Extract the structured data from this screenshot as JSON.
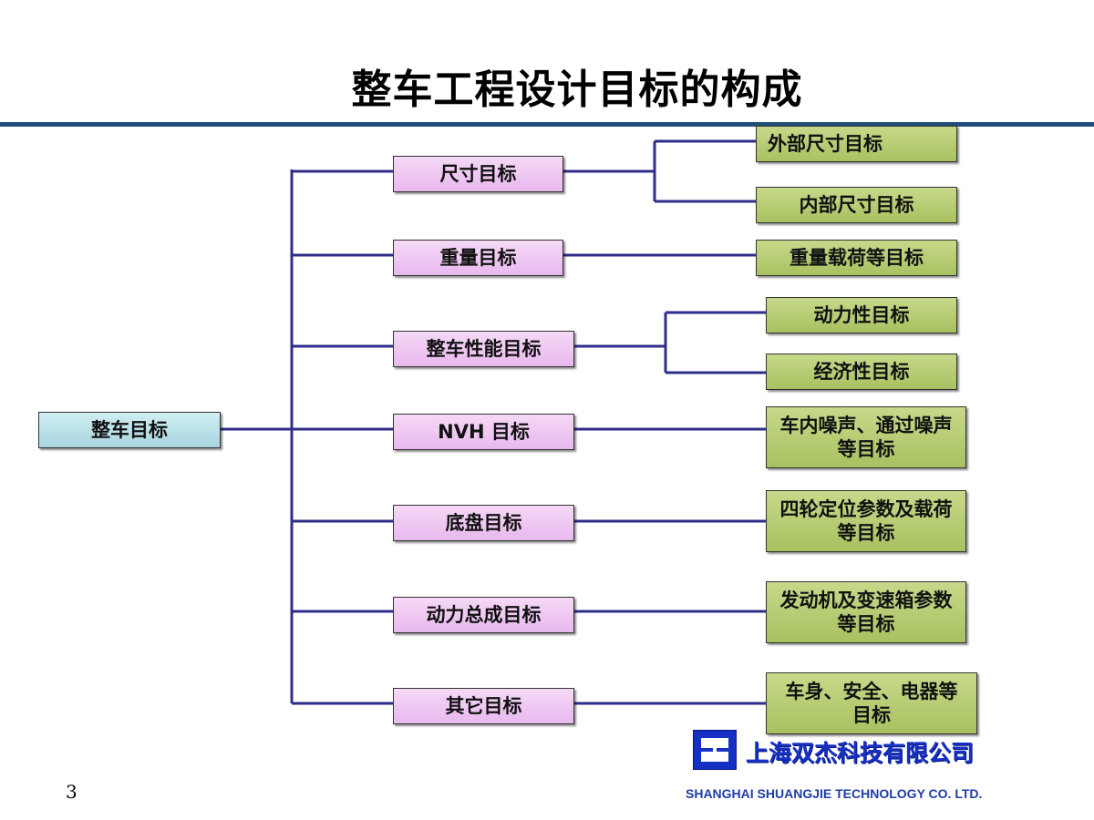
{
  "title": "整车工程设计目标的构成",
  "colors": {
    "title_rule": "#1f4e79",
    "connector": "#2e2e8a",
    "root_fill": "#bfe4ea",
    "mid_fill": "#eec6f0",
    "leaf_fill": "#b9cd74",
    "company_blue": "#1730c4"
  },
  "tree": {
    "root": "整车目标",
    "categories": [
      {
        "label": "尺寸目标",
        "children": [
          "外部尺寸目标",
          "内部尺寸目标"
        ]
      },
      {
        "label": "重量目标",
        "children": [
          "重量载荷等目标"
        ]
      },
      {
        "label": "整车性能目标",
        "children": [
          "动力性目标",
          "经济性目标"
        ]
      },
      {
        "label": "NVH 目标",
        "children": [
          "车内噪声、通过噪声等目标"
        ]
      },
      {
        "label": "底盘目标",
        "children": [
          "四轮定位参数及载荷等目标"
        ]
      },
      {
        "label": "动力总成目标",
        "children": [
          "发动机及变速箱参数等目标"
        ]
      },
      {
        "label": "其它目标",
        "children": [
          "车身、安全、电器等目标"
        ]
      }
    ]
  },
  "footer": {
    "page_number": "3",
    "logo_icon": "company-logo-icon",
    "company_cn": "上海双杰科技有限公司",
    "company_en": "SHANGHAI SHUANGJIE TECHNOLOGY CO. LTD."
  }
}
